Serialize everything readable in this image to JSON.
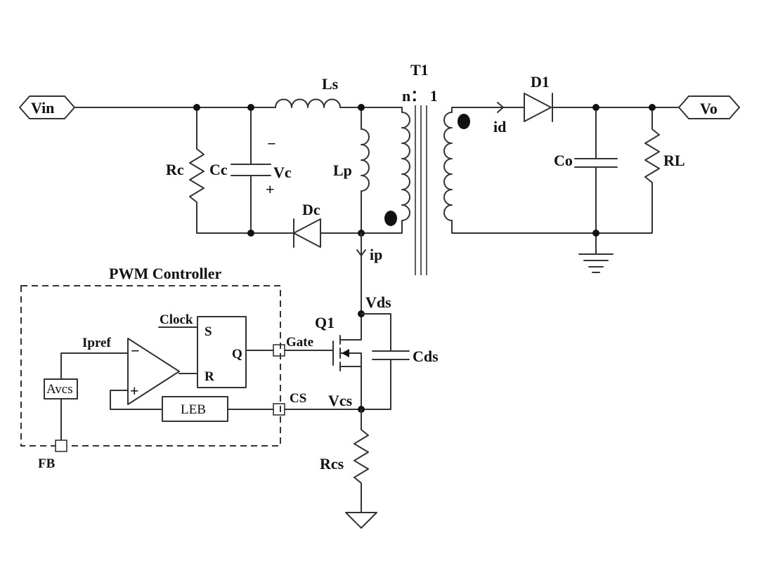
{
  "labels": {
    "vin": "Vin",
    "vo": "Vo",
    "t1": "T1",
    "turns_ratio": "n： 1",
    "ls": "Ls",
    "lp": "Lp",
    "rc": "Rc",
    "cc": "Cc",
    "vc": "Vc",
    "vc_minus": "−",
    "vc_plus": "+",
    "dc": "Dc",
    "ip": "ip",
    "id": "id",
    "d1": "D1",
    "co": "Co",
    "rl": "RL",
    "pwm_title": "PWM Controller",
    "clock": "Clock",
    "ipref": "Ipref",
    "gate": "Gate",
    "avcs": "Avcs",
    "fb": "FB",
    "leb": "LEB",
    "sr_s": "S",
    "sr_q": "Q",
    "sr_r": "R",
    "opamp_minus": "−",
    "opamp_plus": "+",
    "cs": "CS",
    "q1": "Q1",
    "vds": "Vds",
    "cds": "Cds",
    "vcs": "Vcs",
    "rcs": "Rcs"
  },
  "colors": {
    "clock": "#2e9e4f",
    "ipref": "#e0192a",
    "gate": "#2433c8",
    "ink": "#111111"
  }
}
